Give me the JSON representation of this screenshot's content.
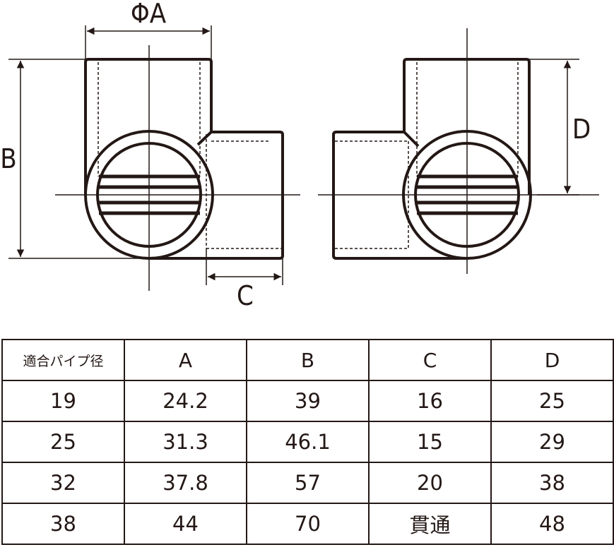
{
  "diagram": {
    "labels": {
      "a": "ΦA",
      "b": "B",
      "c": "C",
      "d": "D"
    }
  },
  "table": {
    "headers": [
      "適合パイプ径",
      "A",
      "B",
      "C",
      "D"
    ],
    "rows": [
      [
        "19",
        "24.2",
        "39",
        "16",
        "25"
      ],
      [
        "25",
        "31.3",
        "46.1",
        "15",
        "29"
      ],
      [
        "32",
        "37.8",
        "57",
        "20",
        "38"
      ],
      [
        "38",
        "44",
        "70",
        "貫通",
        "48"
      ]
    ]
  }
}
